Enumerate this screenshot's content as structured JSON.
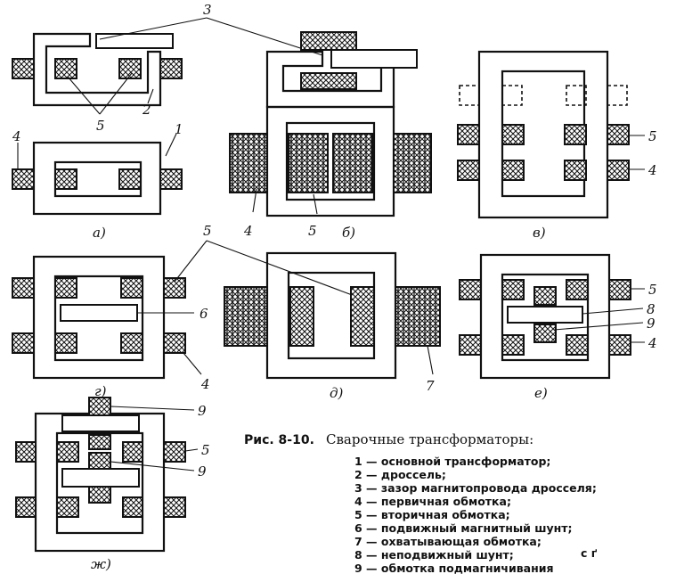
{
  "figure": {
    "caption_number": "Рис. 8-10.",
    "caption_title": "Сварочные трансформаторы:",
    "legend": [
      "1 — основной трансформатор;",
      "2 — дроссель;",
      "3 — зазор магнитопровода дросселя;",
      "4 — первичная обмотка;",
      "5 — вторичная обмотка;",
      "6 — подвижный магнитный шунт;",
      "7 — охватывающая обмотка;",
      "8 — неподвижный шунт;",
      "9 — обмотка подмагничивания"
    ],
    "stray_mark": "ⅽ ґ",
    "panels": {
      "a": "а)",
      "b": "б)",
      "v": "в)",
      "g": "г)",
      "d": "д)",
      "e": "е)",
      "zh": "ж)"
    },
    "numbers": {
      "n1": "1",
      "n2": "2",
      "n3": "3",
      "n4": "4",
      "n5": "5",
      "n6": "6",
      "n7": "7",
      "n8": "8",
      "n9": "9"
    }
  }
}
